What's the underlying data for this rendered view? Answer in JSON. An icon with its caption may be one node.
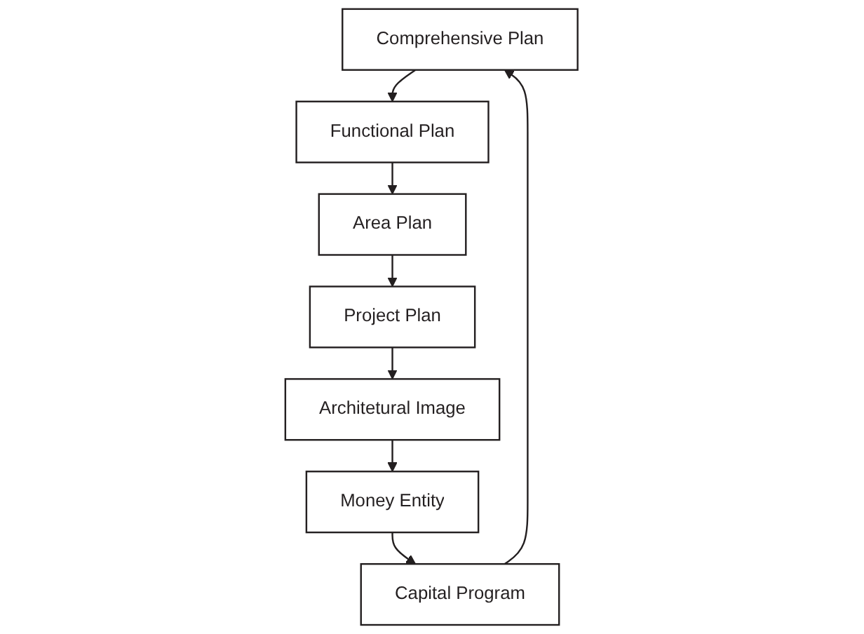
{
  "diagram": {
    "nodes": [
      {
        "text": [
          "Comprehensive Plan"
        ]
      },
      {
        "text": [
          "Functional Plan"
        ]
      },
      {
        "text": [
          "Area Plan"
        ]
      },
      {
        "text": [
          "Project Plan"
        ]
      },
      {
        "text": [
          "Architetural Image"
        ]
      },
      {
        "text": [
          "Money Entity"
        ]
      },
      {
        "text": [
          "Capital Program"
        ]
      }
    ],
    "edges": [
      {
        "from": 0,
        "to": 1,
        "arrow": "to"
      },
      {
        "from": 1,
        "to": 2,
        "arrow": "to"
      },
      {
        "from": 2,
        "to": 3,
        "arrow": "to"
      },
      {
        "from": 3,
        "to": 4,
        "arrow": "to"
      },
      {
        "from": 4,
        "to": 5,
        "arrow": "to"
      },
      {
        "from": 5,
        "to": 6,
        "arrow": "to"
      },
      {
        "from": 6,
        "to": 0,
        "arrow": "to"
      }
    ]
  }
}
